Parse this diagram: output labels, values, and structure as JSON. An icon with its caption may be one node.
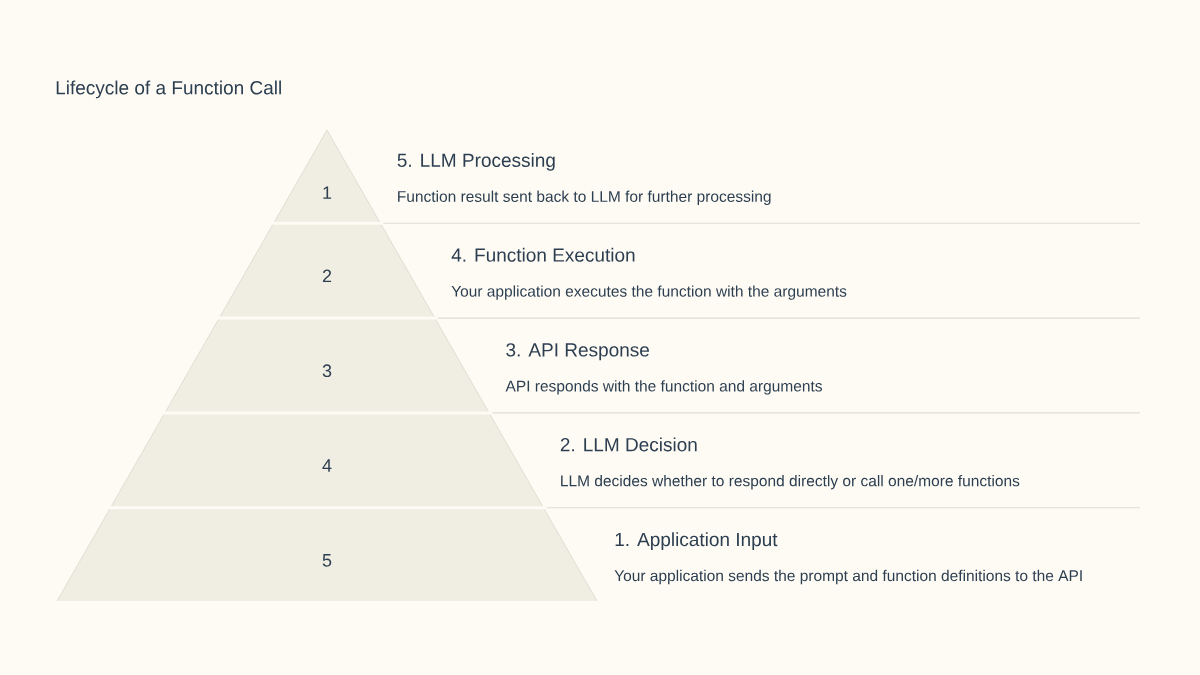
{
  "diagram": {
    "title": "Lifecycle of a Function Call",
    "nodes": [
      {
        "text": [
          "1"
        ],
        "beside": [
          "5. LLM Processing",
          "Function result sent back to LLM for further processing"
        ]
      },
      {
        "text": [
          "2"
        ],
        "beside": [
          "4. Function Execution",
          "Your application executes the function with the arguments"
        ]
      },
      {
        "text": [
          "3"
        ],
        "beside": [
          "3. API Response",
          "API responds with the function and arguments"
        ]
      },
      {
        "text": [
          "4"
        ],
        "beside": [
          "2. LLM Decision",
          "LLM decides whether to respond directly or call one/more functions"
        ]
      },
      {
        "text": [
          "5"
        ],
        "beside": [
          "1. Application Input",
          "Your application sends the prompt and function definitions to the API"
        ]
      }
    ]
  }
}
